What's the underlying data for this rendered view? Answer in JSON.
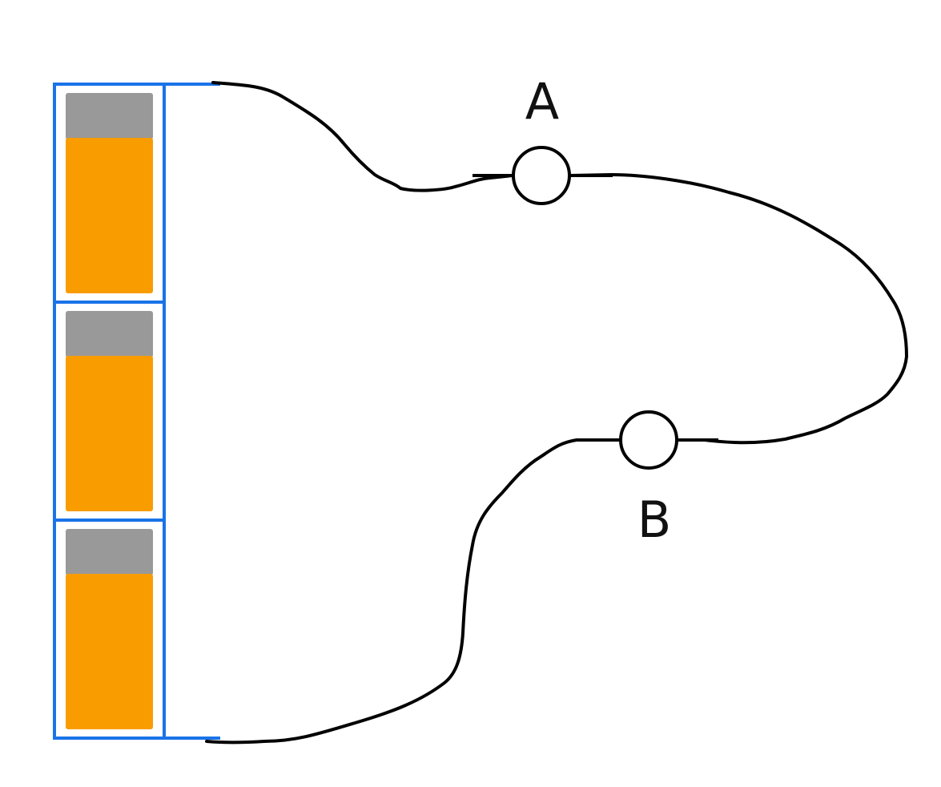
{
  "colors": {
    "background": "#ffffff",
    "frame": "#1a73e8",
    "cell_top": "#999999",
    "cell_fill": "#f89c00",
    "wire": "#000000",
    "component_fill": "#ffffff"
  },
  "battery": {
    "cell_count": 3
  },
  "components": {
    "a": {
      "label": "A",
      "icon": "circle-component-icon"
    },
    "b": {
      "label": "B",
      "icon": "circle-component-icon"
    }
  }
}
